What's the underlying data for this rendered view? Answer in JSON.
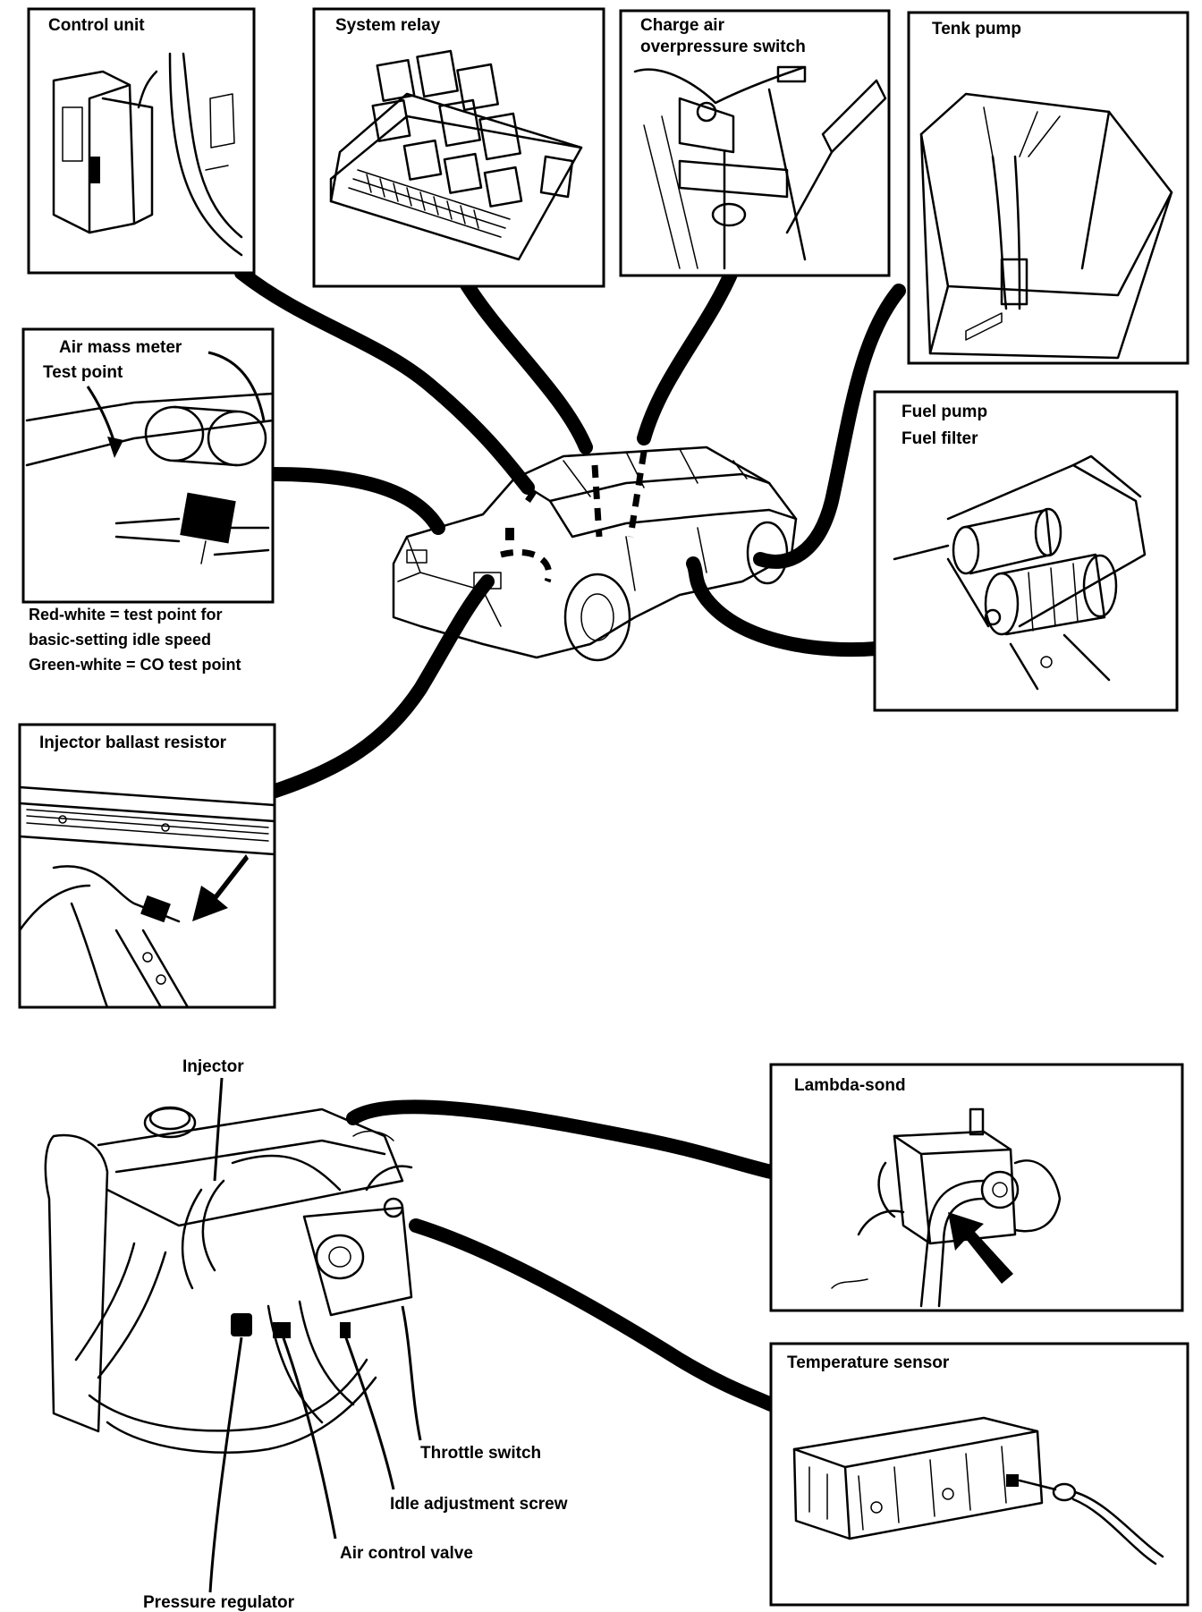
{
  "panels": {
    "control_unit": "Control unit",
    "system_relay": "System relay",
    "charge_air": [
      "Charge air",
      "overpressure switch"
    ],
    "tank_pump": "Tenk pump",
    "air_mass": {
      "title": "Air mass meter",
      "test_point": "Test point",
      "notes": [
        "Red-white = test point for",
        "basic-setting idle speed",
        "Green-white = CO test point"
      ]
    },
    "fuel_pump": [
      "Fuel pump",
      "Fuel filter"
    ],
    "injector_ballast": "Injector ballast resistor",
    "lambda_sond": "Lambda-sond",
    "temperature_sensor": "Temperature sensor"
  },
  "engine_labels": {
    "injector": "Injector",
    "throttle_switch": "Throttle switch",
    "idle_adjustment_screw": "Idle adjustment screw",
    "air_control_valve": "Air control valve",
    "pressure_regulator": "Pressure regulator"
  },
  "icons": {
    "arrow": "filled-arrow-icon",
    "car": "car-outline-icon"
  },
  "colors": {
    "ink": "#000000",
    "paper": "#ffffff"
  }
}
